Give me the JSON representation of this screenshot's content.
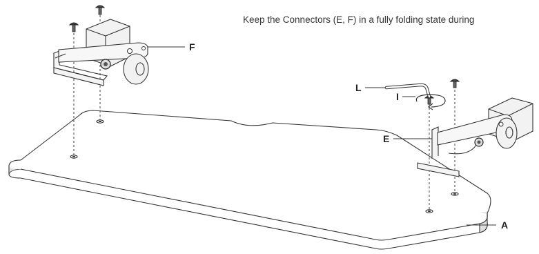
{
  "instruction": "Keep the Connectors (E, F) in a fully folding state during",
  "labels": {
    "A": "A",
    "E": "E",
    "F": "F",
    "I": "I",
    "L": "L"
  },
  "colors": {
    "line": "#333333",
    "board_fill": "#ffffff",
    "board_edge": "#e9e9e9",
    "bracket_fill": "#f2f2f2",
    "text": "#222222"
  }
}
